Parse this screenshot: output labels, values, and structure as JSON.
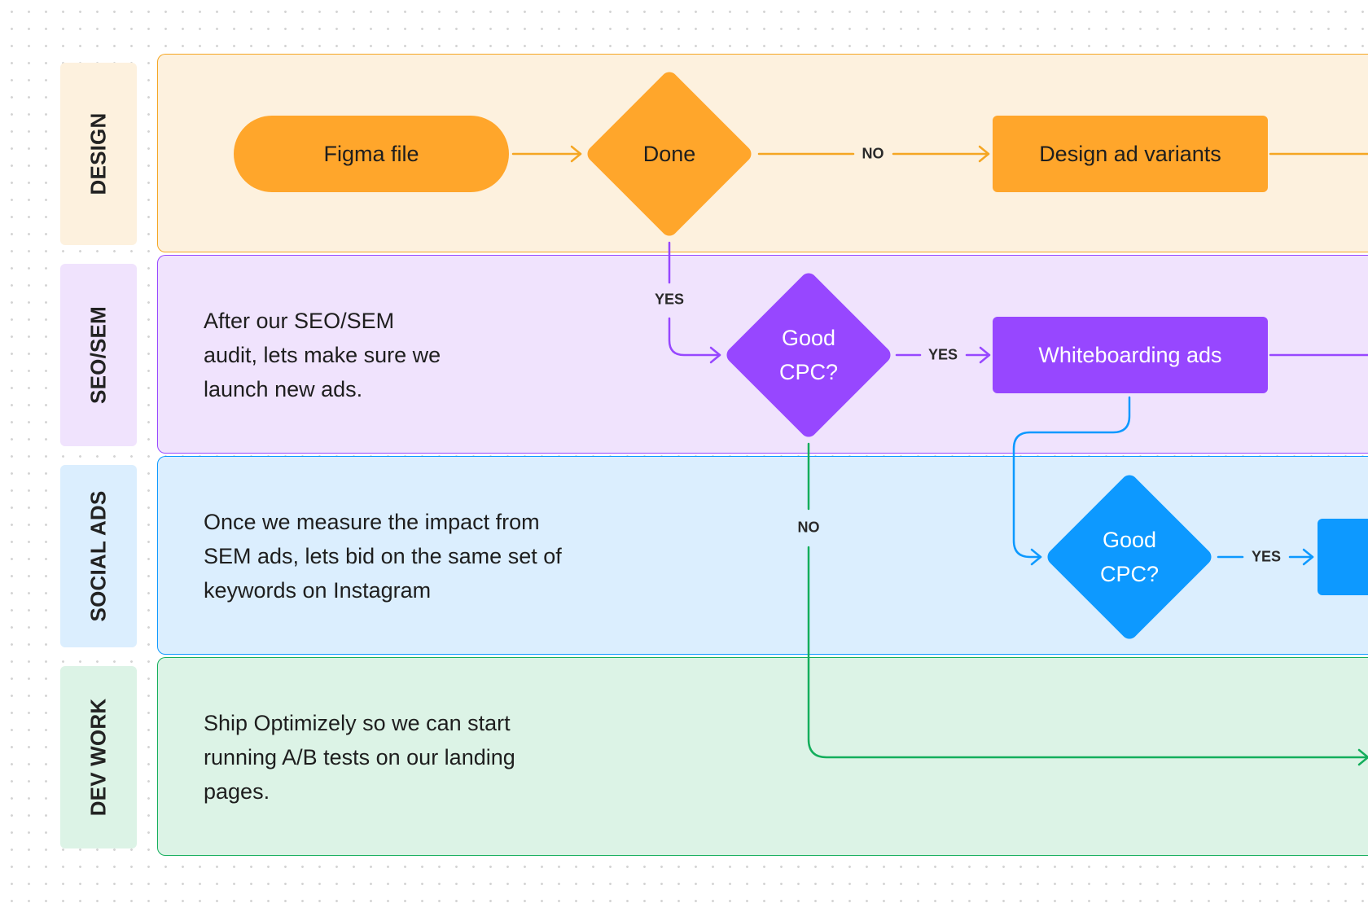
{
  "lanes": [
    {
      "label": "DESIGN",
      "note": ""
    },
    {
      "label": "SEO/SEM",
      "note": "After our SEO/SEM audit, lets make sure we launch new ads."
    },
    {
      "label": "SOCIAL ADS",
      "note": "Once we measure the impact from SEM ads, lets bid on the same set of keywords on Instagram"
    },
    {
      "label": "DEV WORK",
      "note": "Ship Optimizely so we can start running A/B tests on our landing pages."
    }
  ],
  "nodes": {
    "figma_file": "Figma file",
    "done": "Done",
    "design_ad_variants": "Design ad variants",
    "good_cpc_seo": "Good\nCPC?",
    "whiteboarding_ads": "Whiteboarding ads",
    "good_cpc_social": "Good\nCPC?"
  },
  "edges": {
    "done_no": "NO",
    "done_yes": "YES",
    "seo_yes": "YES",
    "seo_no": "NO",
    "social_yes": "YES"
  },
  "colors": {
    "design_fill": "#fdf1de",
    "design_border": "#f5a623",
    "design_node": "#ffa62b",
    "seo_fill": "#f0e3fd",
    "seo_border": "#9747ff",
    "seo_node": "#9747ff",
    "social_fill": "#dbeefe",
    "social_border": "#0d99ff",
    "social_node": "#0d99ff",
    "dev_fill": "#dcf3e6",
    "dev_border": "#14ae5c"
  }
}
